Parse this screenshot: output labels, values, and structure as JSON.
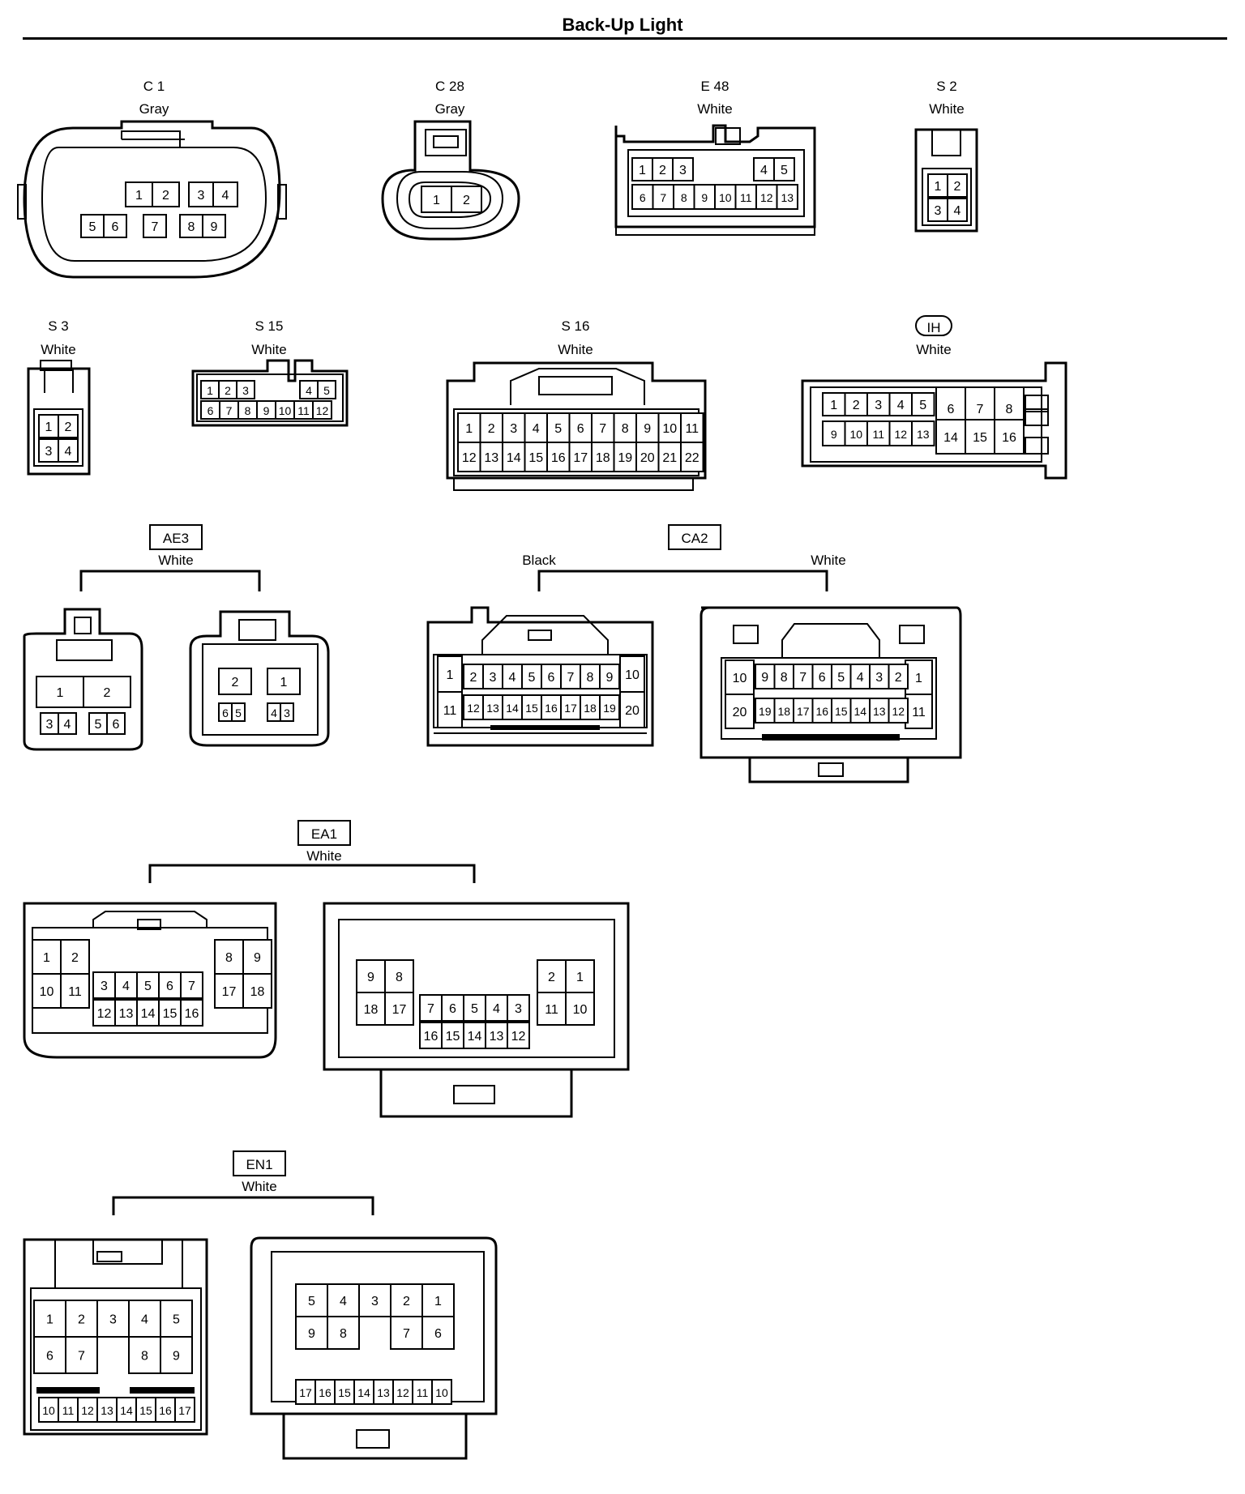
{
  "title": "Back-Up Light",
  "connectors": {
    "c1": {
      "code": "C 1",
      "color": "Gray",
      "pins": [
        "1",
        "2",
        "3",
        "4",
        "5",
        "6",
        "7",
        "8",
        "9"
      ]
    },
    "c28": {
      "code": "C 28",
      "color": "Gray",
      "pins": [
        "1",
        "2"
      ]
    },
    "e48": {
      "code": "E 48",
      "color": "White",
      "pins": [
        "1",
        "2",
        "3",
        "4",
        "5",
        "6",
        "7",
        "8",
        "9",
        "10",
        "11",
        "12",
        "13"
      ]
    },
    "s2": {
      "code": "S 2",
      "color": "White",
      "pins": [
        "1",
        "2",
        "3",
        "4"
      ]
    },
    "s3": {
      "code": "S 3",
      "color": "White",
      "pins": [
        "1",
        "2",
        "3",
        "4"
      ]
    },
    "s15": {
      "code": "S 15",
      "color": "White",
      "pins": [
        "1",
        "2",
        "3",
        "4",
        "5",
        "6",
        "7",
        "8",
        "9",
        "10",
        "11",
        "12"
      ]
    },
    "s16": {
      "code": "S 16",
      "color": "White",
      "pins": [
        "1",
        "2",
        "3",
        "4",
        "5",
        "6",
        "7",
        "8",
        "9",
        "10",
        "11",
        "12",
        "13",
        "14",
        "15",
        "16",
        "17",
        "18",
        "19",
        "20",
        "21",
        "22"
      ]
    },
    "ih": {
      "code": "IH",
      "color": "White",
      "pins": [
        "1",
        "2",
        "3",
        "4",
        "5",
        "6",
        "7",
        "8",
        "9",
        "10",
        "11",
        "12",
        "13",
        "14",
        "15",
        "16"
      ]
    },
    "ae3": {
      "code": "AE3",
      "color": "White",
      "pins": [
        "1",
        "2",
        "3",
        "4",
        "5",
        "6"
      ]
    },
    "ca2": {
      "code": "CA2",
      "color_left": "Black",
      "color_right": "White",
      "pins": [
        "1",
        "2",
        "3",
        "4",
        "5",
        "6",
        "7",
        "8",
        "9",
        "10",
        "11",
        "12",
        "13",
        "14",
        "15",
        "16",
        "17",
        "18",
        "19",
        "20"
      ]
    },
    "ea1": {
      "code": "EA1",
      "color": "White",
      "pins": [
        "1",
        "2",
        "3",
        "4",
        "5",
        "6",
        "7",
        "8",
        "9",
        "10",
        "11",
        "12",
        "13",
        "14",
        "15",
        "16",
        "17",
        "18"
      ]
    },
    "en1": {
      "code": "EN1",
      "color": "White",
      "pins": [
        "1",
        "2",
        "3",
        "4",
        "5",
        "6",
        "7",
        "8",
        "9",
        "10",
        "11",
        "12",
        "13",
        "14",
        "15",
        "16",
        "17"
      ]
    }
  }
}
